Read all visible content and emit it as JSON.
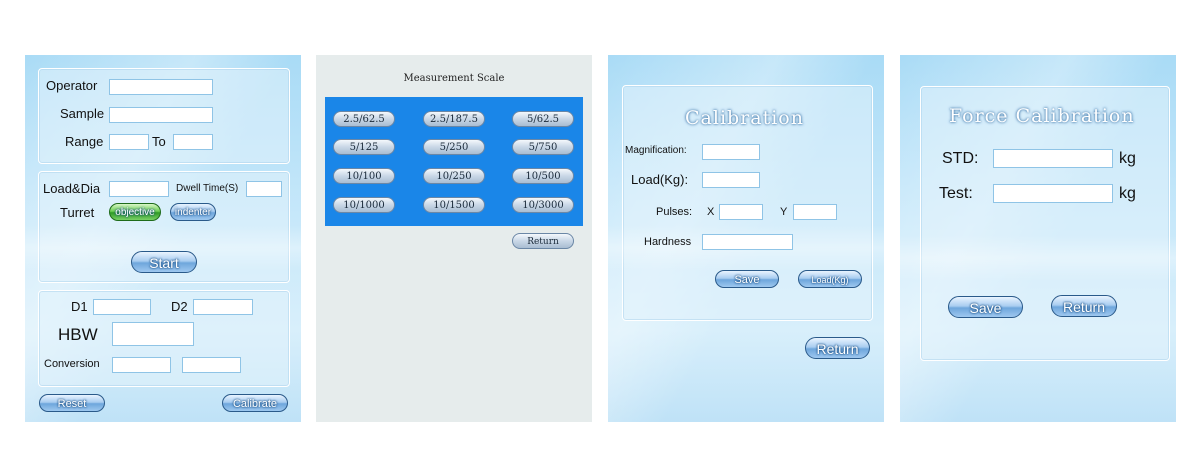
{
  "screen1": {
    "operator_label": "Operator",
    "sample_label": "Sample",
    "range_label": "Range",
    "to_label": "To",
    "load_dia_label": "Load&Dia",
    "dwell_label": "Dwell Time(S)",
    "turret_label": "Turret",
    "objective_label": "objective",
    "indenter_label": "indenter",
    "start_label": "Start",
    "d1_label": "D1",
    "d2_label": "D2",
    "hbw_label": "HBW",
    "conversion_label": "Conversion",
    "reset_label": "Reset",
    "calibrate_label": "Calibrate"
  },
  "screen2": {
    "title": "Measurement Scale",
    "scales": [
      "2.5/62.5",
      "2.5/187.5",
      "5/62.5",
      "5/125",
      "5/250",
      "5/750",
      "10/100",
      "10/250",
      "10/500",
      "10/1000",
      "10/1500",
      "10/3000"
    ],
    "return_label": "Return"
  },
  "screen3": {
    "title": "Calibration",
    "magnification_label": "Magnification:",
    "load_label": "Load(Kg):",
    "pulses_label": "Pulses:",
    "x_label": "X",
    "y_label": "Y",
    "hardness_label": "Hardness",
    "save_label": "Save",
    "loadkg_label": "Load(Kg)",
    "return_label": "Return"
  },
  "screen4": {
    "title": "Force Calibration",
    "std_label": "STD:",
    "test_label": "Test:",
    "kg1": "kg",
    "kg2": "kg",
    "save_label": "Save",
    "return_label": "Return"
  },
  "colors": {
    "blue_bg": "#a9dbf6",
    "scale_panel": "#1a86e8",
    "gray_bg": "#e6ecec"
  }
}
